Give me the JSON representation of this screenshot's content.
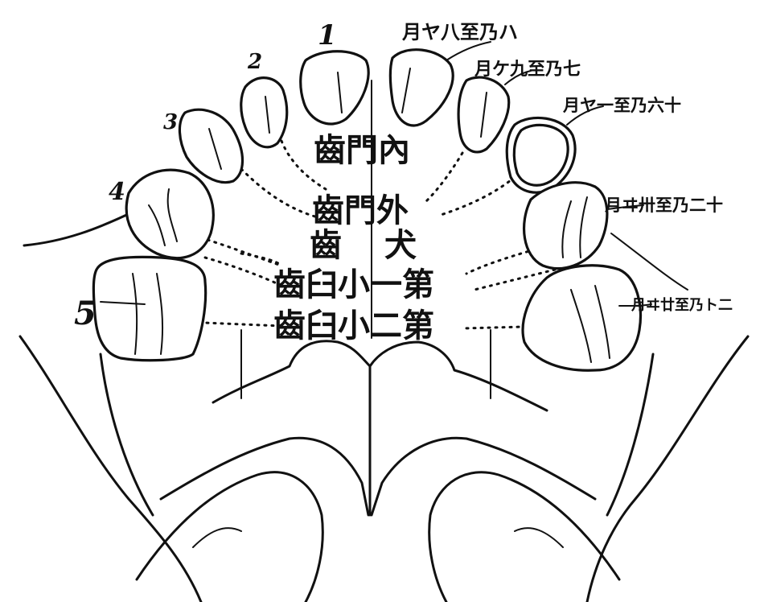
{
  "diagram": {
    "region_labels": {
      "central_incisors": "齒門內",
      "lateral_incisors": "齒門外",
      "canine_left": "齒",
      "canine_right": "犬",
      "first_premolar": "齒臼小一第",
      "second_premolar": "齒臼小二第"
    },
    "tooth_numbers": [
      "1",
      "2",
      "3",
      "4",
      "5"
    ],
    "right_annotations": [
      "月ヤ八至乃ハ",
      "月ケ九至乃七",
      "月ヤ一至乃六十",
      "月ヰ卅至乃二十",
      "月ヰ廿至乃ト二"
    ]
  }
}
